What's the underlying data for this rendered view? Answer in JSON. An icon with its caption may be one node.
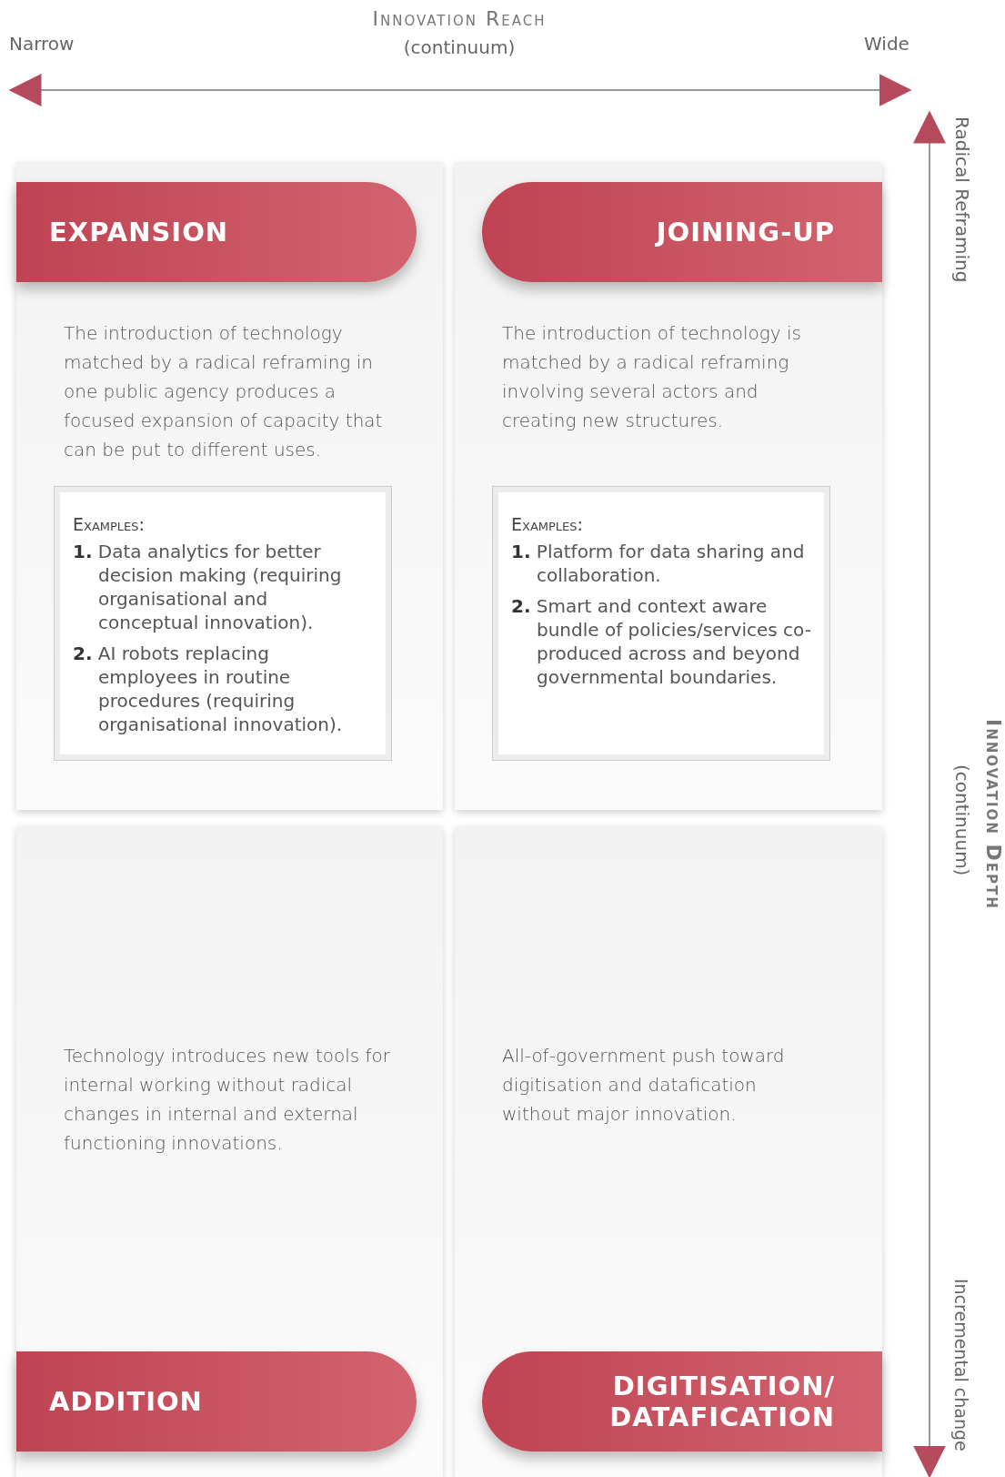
{
  "diagram": {
    "nodes": [
      {
        "text": [
          "The introduction of technology matched by a radical reframing in one public agency produces a focused expansion of capacity that can be put to different uses."
        ]
      },
      {
        "text": [
          "EXPANSION"
        ],
        "in": 0
      },
      {
        "text": [
          "Examples:",
          "**1.** Data analytics for better decision making (requiring organisational and conceptual innovation).",
          "**2.** AI robots replacing employees in routine procedures (requiring organisational innovation)."
        ],
        "in": 0
      },
      {
        "text": [
          "The introduction of technology is matched by a radical reframing involving several actors and creating new structures."
        ]
      },
      {
        "text": [
          "JOINING-UP"
        ],
        "in": 3
      },
      {
        "text": [
          "Examples:",
          "**1.** Platform for data sharing and collaboration.",
          "**2.** Smart and context aware bundle of policies/services co-produced across and beyond governmental boundaries."
        ],
        "in": 3
      },
      {
        "text": [
          "Technology introduces new tools for internal working without radical changes in internal and external functioning innovations."
        ]
      },
      {
        "text": [
          "ADDITION"
        ],
        "in": 6
      },
      {
        "text": [
          "All-of-government push toward digitisation and datafication without major innovation."
        ]
      },
      {
        "text": [
          "DIGITISATION/ DATAFICATION"
        ],
        "in": 8
      }
    ],
    "labels": [
      "Innovation Reach",
      "(continuum)",
      "Narrow",
      "Wide",
      "Radical Reframing",
      "Innovation Depth",
      "(continuum)",
      "Incremental change"
    ]
  }
}
